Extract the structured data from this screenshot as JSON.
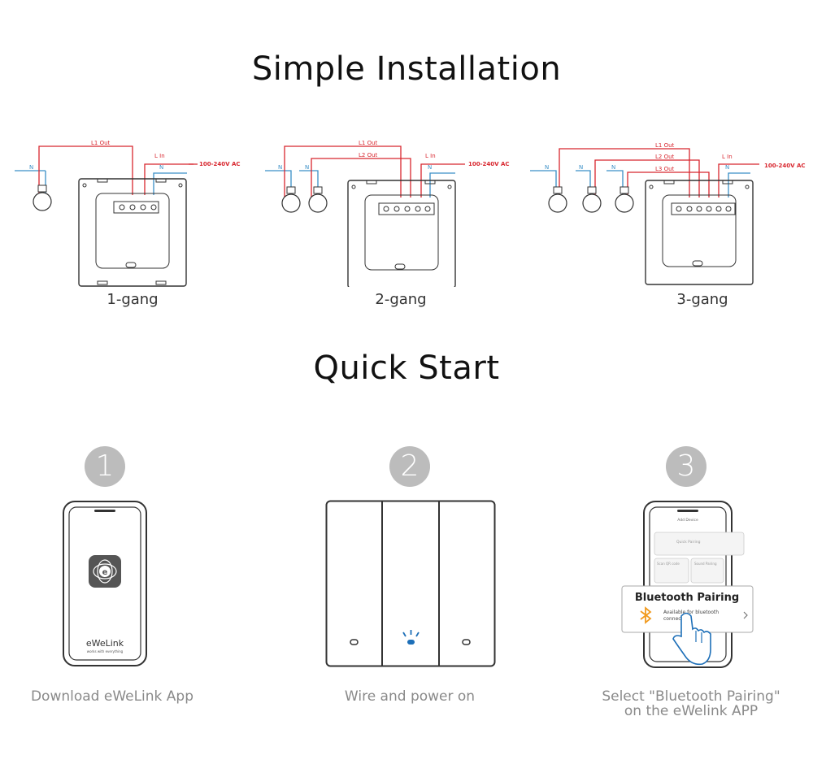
{
  "sections": {
    "installation_title": "Simple Installation",
    "quickstart_title": "Quick Start"
  },
  "wiring": {
    "supply_label": "100-240V AC",
    "neutral_label": "N",
    "line_in_label": "L In",
    "outputs": [
      "L1 Out",
      "L2 Out",
      "L3 Out"
    ],
    "gangs": [
      "1-gang",
      "2-gang",
      "3-gang"
    ],
    "colors": {
      "live": "#d8262e",
      "neutral": "#3a8fc7",
      "body": "#333333"
    }
  },
  "steps": [
    {
      "number": "1",
      "caption": "Download eWeLink App",
      "app_name": "eWeLink",
      "app_tagline": "works with everything"
    },
    {
      "number": "2",
      "caption": "Wire and power on"
    },
    {
      "number": "3",
      "caption_line1": "Select \"Bluetooth Pairing\"",
      "caption_line2": "on the eWelink APP",
      "screen_title": "Add Device",
      "option_quick": "Quick Pairing",
      "option_scan": "Scan QR code",
      "option_sound": "Sound Pairing",
      "popup_title": "Bluetooth Pairing",
      "popup_text_line1": "Available for bluetooth",
      "popup_text_line2": "connection."
    }
  ]
}
